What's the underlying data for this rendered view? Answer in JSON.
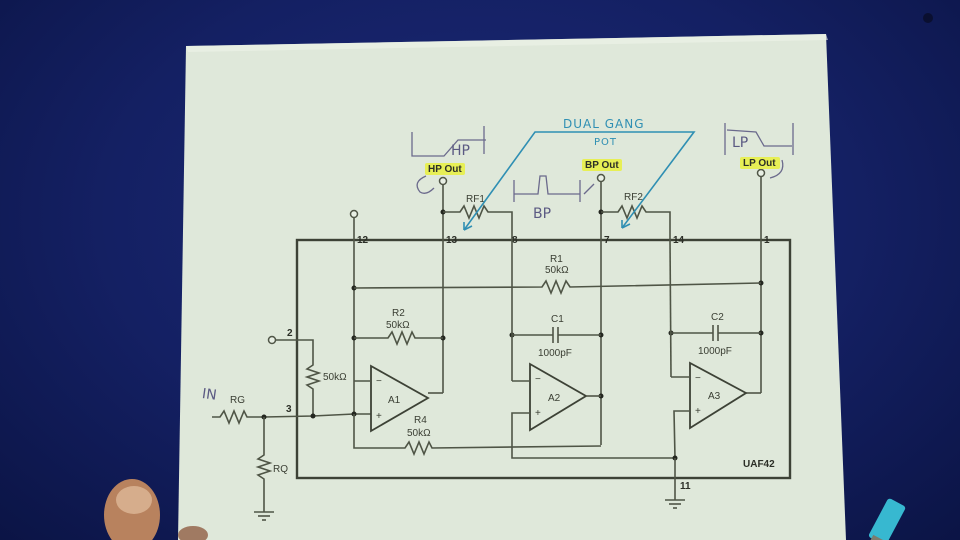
{
  "scene": {
    "background_color": "#142063",
    "paper_color": "#dfe8da",
    "annotation_color": "#2f8fb3",
    "highlight_color": "#e8f046"
  },
  "schematic": {
    "chip_label": "UAF42",
    "pins": {
      "p12": "12",
      "p13": "13",
      "p8": "8",
      "p7": "7",
      "p14": "14",
      "p1": "1",
      "p2": "2",
      "p3": "3",
      "p11": "11"
    },
    "outputs": {
      "hp": "HP Out",
      "bp": "BP Out",
      "lp": "LP Out"
    },
    "components": {
      "rf1": "RF1",
      "rf2": "RF2",
      "r1_name": "R1",
      "r1_value": "50kΩ",
      "r2_name": "R2",
      "r2_value": "50kΩ",
      "r3_value": "50kΩ",
      "r4_name": "R4",
      "r4_value": "50kΩ",
      "c1_name": "C1",
      "c1_value": "1000pF",
      "c2_name": "C2",
      "c2_value": "1000pF",
      "a1": "A1",
      "a2": "A2",
      "a3": "A3",
      "rg": "RG",
      "rq": "RQ"
    }
  },
  "annotations": {
    "dual_gang": "DUAL GANG",
    "pot": "POT",
    "hp_sketch": "HP",
    "bp_sketch": "BP",
    "lp_sketch": "LP",
    "input": "IN"
  }
}
